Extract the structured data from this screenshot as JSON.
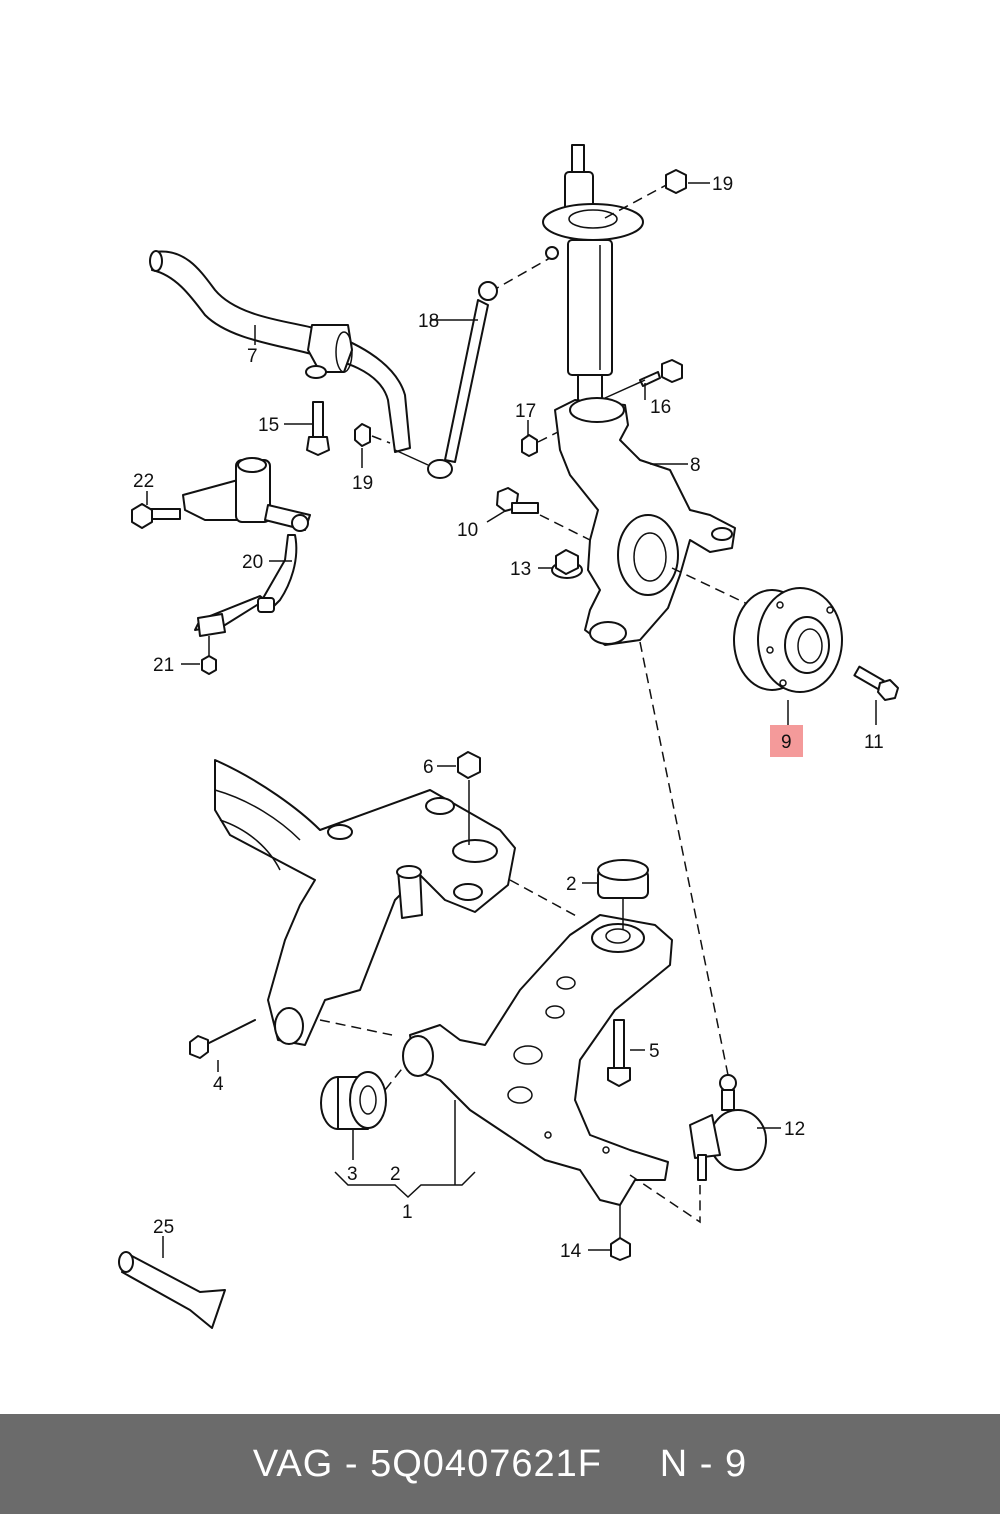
{
  "callouts": {
    "c1": "1",
    "c2a": "2",
    "c2b": "2",
    "c3": "3",
    "c4": "4",
    "c5": "5",
    "c6": "6",
    "c7": "7",
    "c8": "8",
    "c9": "9",
    "c10": "10",
    "c11": "11",
    "c12": "12",
    "c13": "13",
    "c14": "14",
    "c15": "15",
    "c16": "16",
    "c17": "17",
    "c18": "18",
    "c19a": "19",
    "c19b": "19",
    "c20": "20",
    "c21": "21",
    "c22": "22",
    "c25": "25"
  },
  "highlight": {
    "part": "9",
    "color": "#f49a9a"
  },
  "footer": {
    "text": "VAG - 5Q0407621F     N - 9",
    "background": "#6b6b6b"
  }
}
